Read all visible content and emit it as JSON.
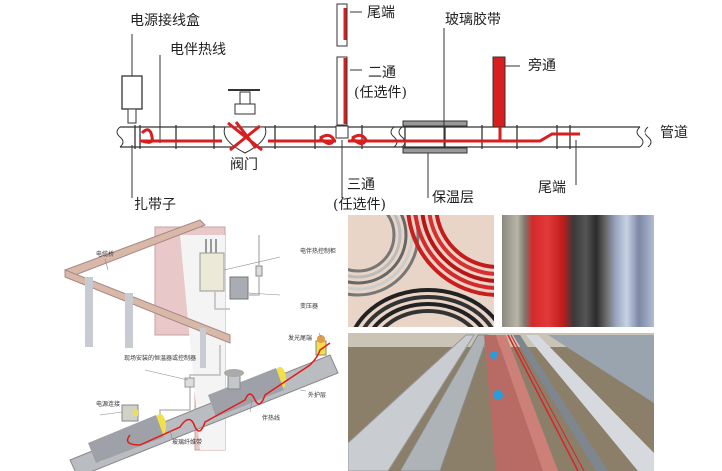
{
  "top_diagram": {
    "labels": {
      "junction_box": "电源接线盒",
      "heat_trace_cable": "电伴热线",
      "tail_end_top": "尾端",
      "glass_tape": "玻璃胶带",
      "two_way": "二通",
      "two_way_optional": "(任选件)",
      "bypass": "旁通",
      "pipe": "管道",
      "valve": "阀门",
      "tie_strap": "扎带子",
      "three_way": "三通",
      "three_way_optional": "(任选件)",
      "insulation": "保温层",
      "tail_end_bottom": "尾端"
    },
    "colors": {
      "cable": "#d81e1e",
      "line": "#333333"
    }
  },
  "iso_diagram": {
    "labels": {
      "cable_tray": "电缆桥",
      "control_cabinet": "电伴热控制柜",
      "transformer": "变压器",
      "light_end": "发光尾端",
      "thermostat": "现场安装的恒温器或控制器",
      "power_connection": "电源连接",
      "heat_cable": "伴热线",
      "outer_jacket": "外护层",
      "fiberglass_tape": "玻璃纤维带"
    },
    "colors": {
      "insulation_ring": "#f2e04a",
      "cable": "#e21b1b",
      "pipe": "#b9bcc0"
    }
  },
  "photos": [
    {
      "name": "cable-coils-photo",
      "desc": "coiled heating cables: grey, red, black"
    },
    {
      "name": "cable-reels-photo",
      "desc": "flat heating cable reels: grey, red, black, blue"
    },
    {
      "name": "field-pipeline-photo",
      "desc": "pipes with heat tracing cable and cable trays on site"
    }
  ]
}
